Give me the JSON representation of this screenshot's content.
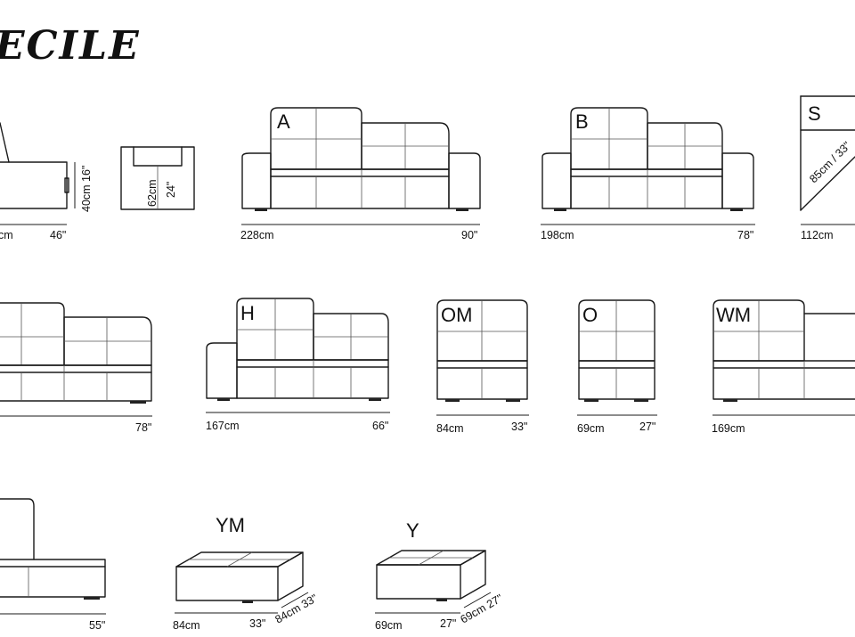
{
  "brand": "ECILE",
  "modules": {
    "left_corner": {
      "width_cm": "cm",
      "width_in": "46\""
    },
    "left_side": {
      "height": "40cm 16\""
    },
    "armrest": {
      "height_cm": "62cm",
      "height_in": "24\""
    },
    "A": {
      "label": "A",
      "width_cm": "228cm",
      "width_in": "90\""
    },
    "B": {
      "label": "B",
      "width_cm": "198cm",
      "width_in": "78\""
    },
    "S": {
      "label": "S",
      "width_cm": "112cm",
      "diagonal": "85cm / 33\""
    },
    "row2_left": {
      "width_in": "78\""
    },
    "H": {
      "label": "H",
      "width_cm": "167cm",
      "width_in": "66\""
    },
    "OM": {
      "label": "OM",
      "width_cm": "84cm",
      "width_in": "33\""
    },
    "O": {
      "label": "O",
      "width_cm": "69cm",
      "width_in": "27\""
    },
    "WM": {
      "label": "WM",
      "width_cm": "169cm"
    },
    "chaise": {
      "width_in": "55\""
    },
    "YM": {
      "label": "YM",
      "width_cm": "84cm",
      "width_in": "33\"",
      "depth": "84cm 33\""
    },
    "Y": {
      "label": "Y",
      "width_cm": "69cm",
      "width_in": "27\"",
      "depth": "69cm 27\""
    }
  }
}
